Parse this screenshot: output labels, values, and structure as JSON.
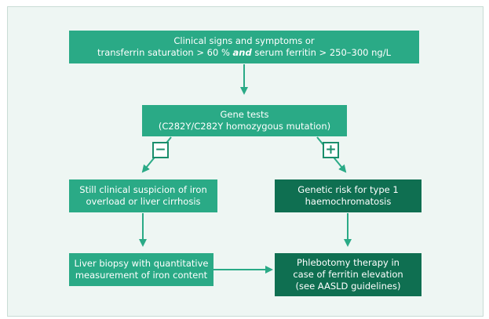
{
  "flowchart": {
    "box1": {
      "line1": "Clinical signs and symptoms or",
      "line2_pre": "transferrin saturation > 60 % ",
      "line2_and": "and",
      "line2_post": " serum ferritin > 250–300 ng/L"
    },
    "box2": {
      "line1": "Gene tests",
      "line2": "(C282Y/C282Y homozygous mutation)"
    },
    "minus_sign": "−",
    "plus_sign": "+",
    "box3": {
      "line1": "Still clinical suspicion of iron",
      "line2": "overload or liver cirrhosis"
    },
    "box4": {
      "line1": "Genetic risk for type 1",
      "line2": "haemochromatosis"
    },
    "box5": {
      "line1": "Liver biopsy with quantitative",
      "line2": "measurement of iron content"
    },
    "box6": {
      "line1": "Phlebotomy therapy in",
      "line2": "case of ferritin elevation",
      "line3": "(see AASLD guidelines)"
    },
    "colors": {
      "box_light": "#2aaa86",
      "box_dark": "#0f6f51",
      "arrow": "#2aaa86",
      "background": "#eef6f3"
    }
  }
}
